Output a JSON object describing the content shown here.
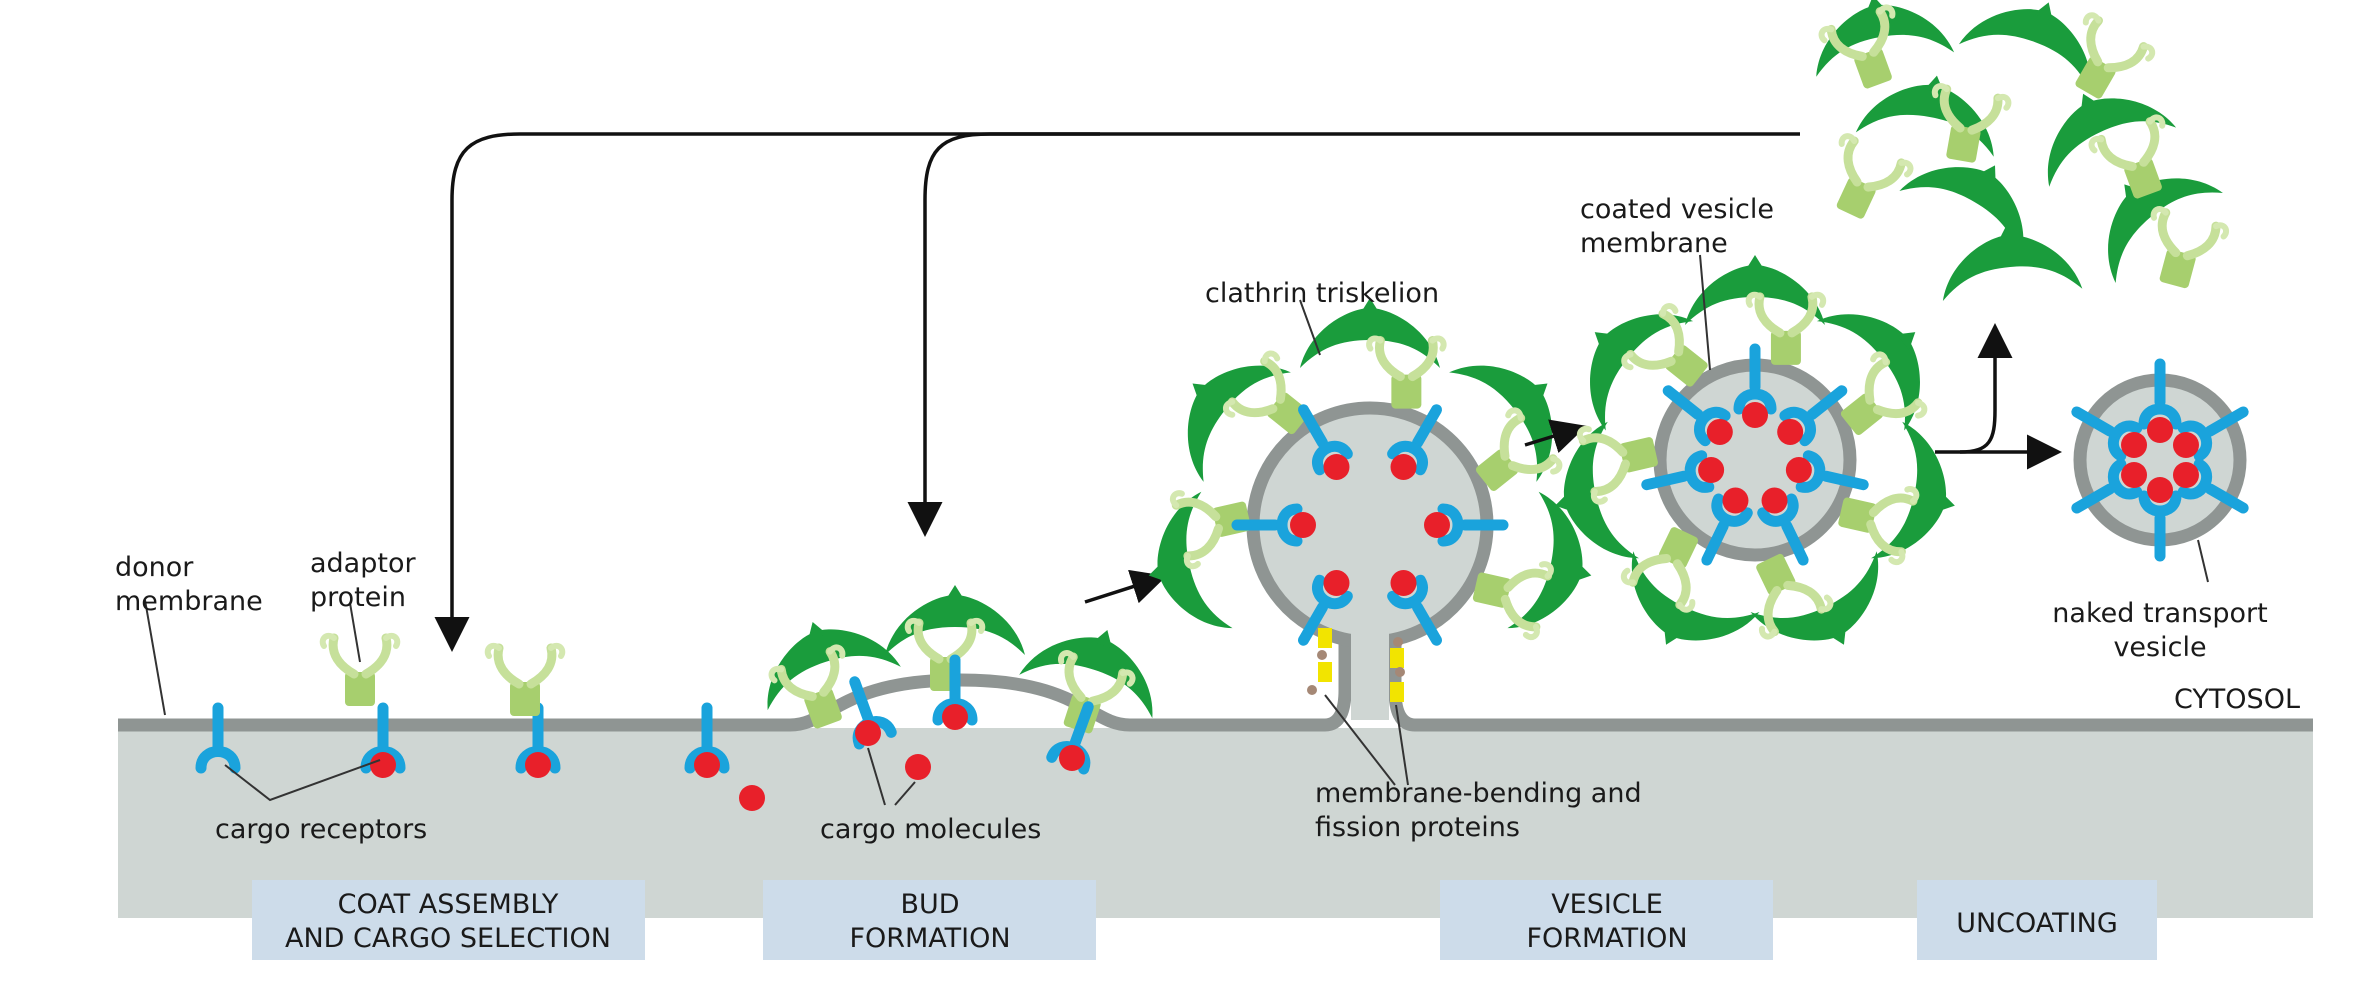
{
  "labels": {
    "donor_membrane": [
      "donor",
      "membrane"
    ],
    "adaptor_protein": [
      "adaptor",
      "protein"
    ],
    "cargo_receptors": "cargo receptors",
    "cargo_molecules": "cargo molecules",
    "clathrin_triskelion": "clathrin triskelion",
    "coated_vesicle_membrane": [
      "coated vesicle",
      "membrane"
    ],
    "membrane_bending": [
      "membrane-bending and",
      "fission proteins"
    ],
    "naked_transport_vesicle": [
      "naked transport",
      "vesicle"
    ],
    "cytosol": "CYTOSOL"
  },
  "stages": [
    {
      "lines": [
        "COAT ASSEMBLY",
        "AND CARGO SELECTION"
      ]
    },
    {
      "lines": [
        "BUD",
        "FORMATION"
      ]
    },
    {
      "lines": [
        "VESICLE",
        "FORMATION"
      ]
    },
    {
      "lines": [
        "UNCOATING"
      ]
    }
  ],
  "colors": {
    "membrane": "#8f9593",
    "lumen": "#cfd6d3",
    "receptor": "#1aa3dc",
    "cargo": "#e8202a",
    "clathrin": "#1a9c3c",
    "adaptor": "#a7cf6e",
    "adaptor_light": "#d4e8b0",
    "stage_box": "#cddcea",
    "fission_yellow": "#f2e400",
    "fission_brown": "#a58876"
  }
}
